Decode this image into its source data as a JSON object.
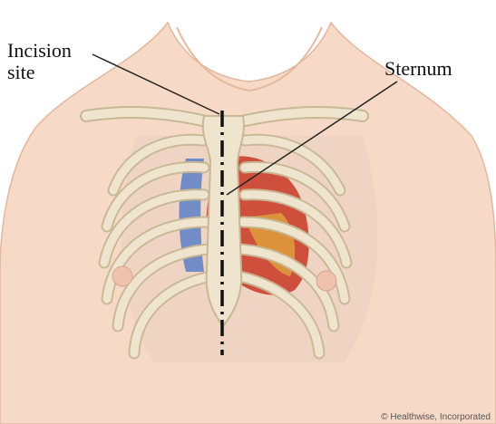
{
  "labels": {
    "incision_site": "Incision\nsite",
    "sternum": "Sternum"
  },
  "copyright": "© Healthwise, Incorporated",
  "colors": {
    "skin": "#f6d9c6",
    "skin_shadow": "#e8bfa6",
    "bone": "#efe5cf",
    "bone_outline": "#c9b894",
    "cartilage": "#c8d3e6",
    "heart": "#c9402e",
    "vein": "#5b7fc7",
    "incision_line": "#111111",
    "leader_line": "#222222"
  }
}
